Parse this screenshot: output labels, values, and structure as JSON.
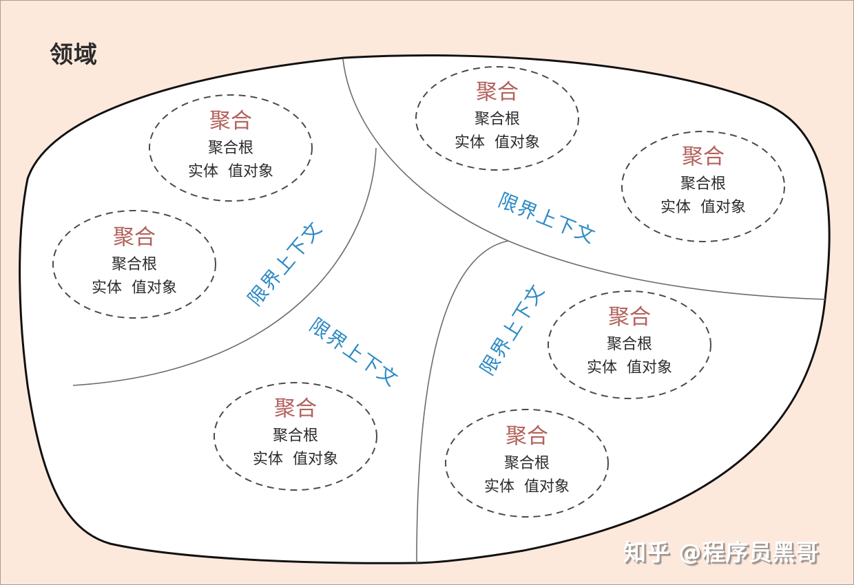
{
  "title": "领域",
  "colors": {
    "background": "#fde9dc",
    "domain_fill": "#ffffff",
    "domain_border": "#111111",
    "context_line": "#6b6b6b",
    "aggregate_title": "#b2615b",
    "context_label": "#2e8ac4",
    "body_text": "#2b2b2b"
  },
  "bounded_contexts": [
    {
      "id": "ctx-top-left",
      "label": "限界上下文"
    },
    {
      "id": "ctx-top-right",
      "label": "限界上下文"
    },
    {
      "id": "ctx-bottom-middle",
      "label": "限界上下文"
    },
    {
      "id": "ctx-bottom-right",
      "label": "限界上下文"
    }
  ],
  "aggregates": [
    {
      "context": "ctx-top-left",
      "title": "聚合",
      "root": "聚合根",
      "members": "实体  值对象"
    },
    {
      "context": "ctx-top-left",
      "title": "聚合",
      "root": "聚合根",
      "members": "实体  值对象"
    },
    {
      "context": "ctx-top-right",
      "title": "聚合",
      "root": "聚合根",
      "members": "实体  值对象"
    },
    {
      "context": "ctx-top-right",
      "title": "聚合",
      "root": "聚合根",
      "members": "实体  值对象"
    },
    {
      "context": "ctx-bottom-middle",
      "title": "聚合",
      "root": "聚合根",
      "members": "实体  值对象"
    },
    {
      "context": "ctx-bottom-right",
      "title": "聚合",
      "root": "聚合根",
      "members": "实体  值对象"
    },
    {
      "context": "ctx-bottom-right",
      "title": "聚合",
      "root": "聚合根",
      "members": "实体  值对象"
    }
  ],
  "watermark": "知乎 @程序员黑哥"
}
